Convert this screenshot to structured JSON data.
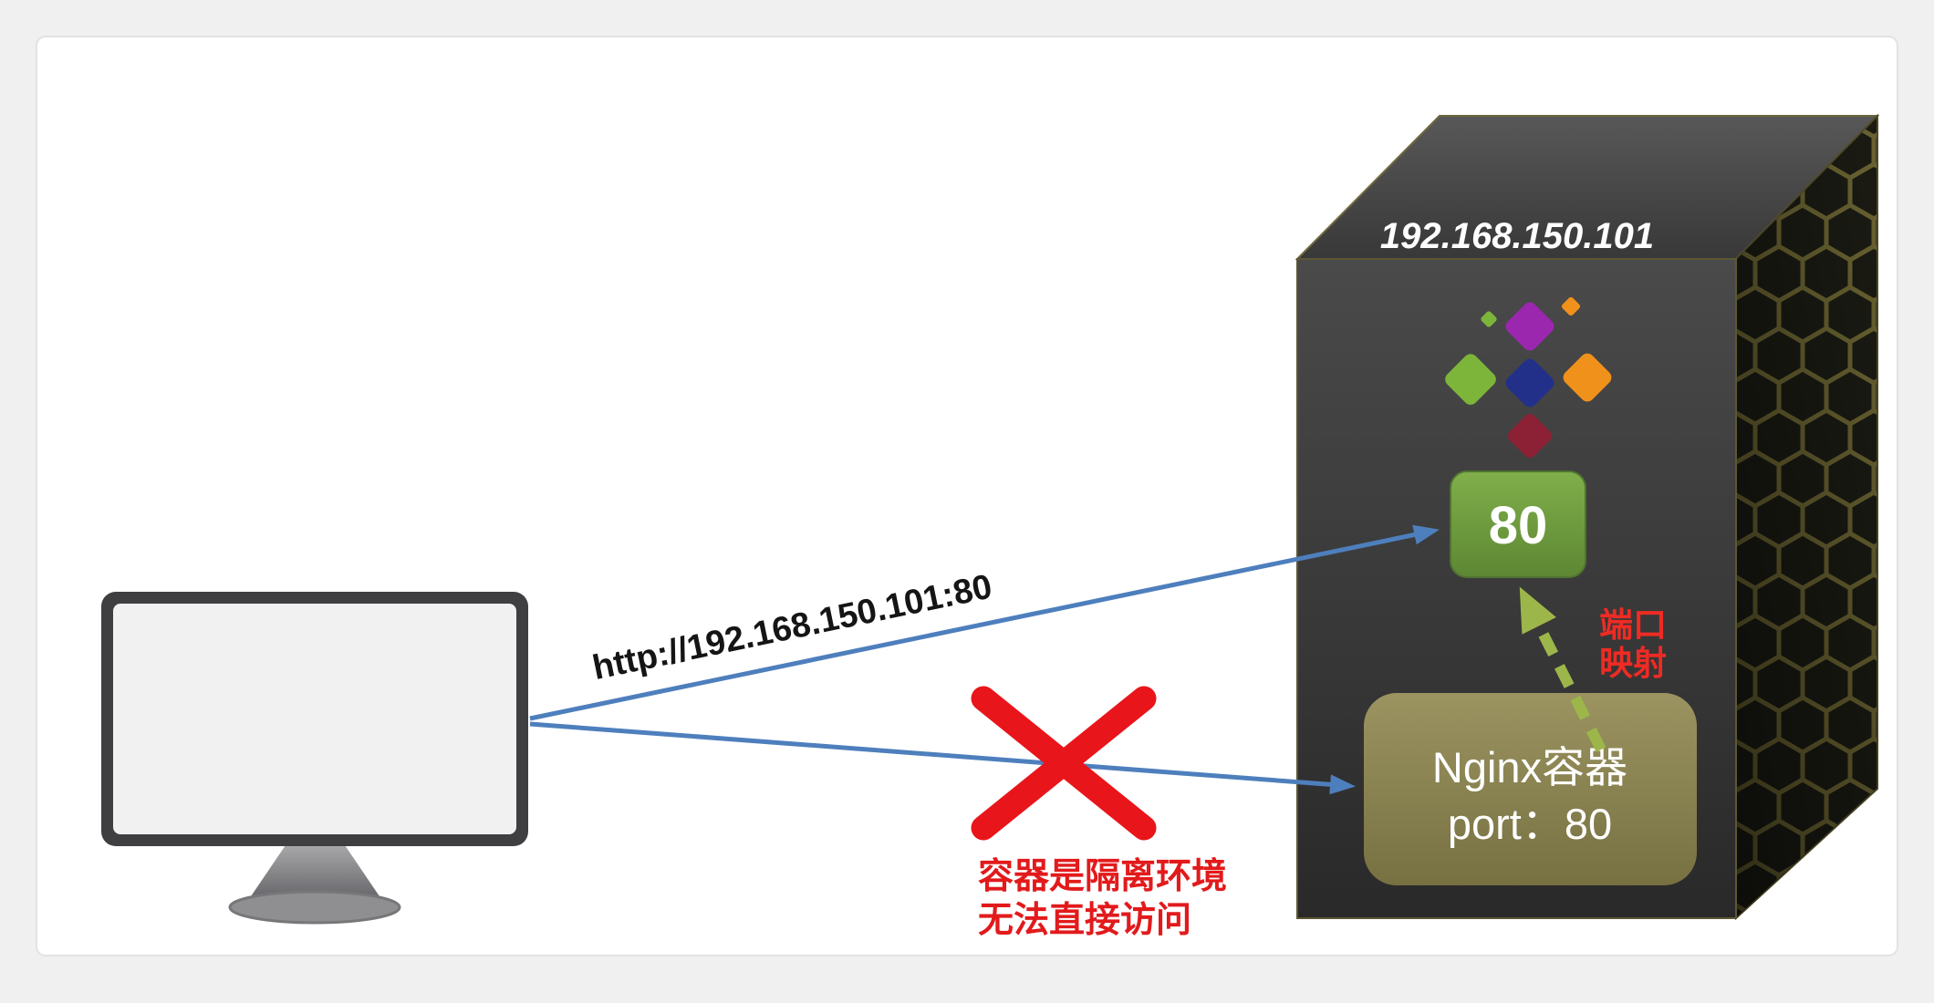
{
  "scene": {
    "host": {
      "ip_label": "192.168.150.101",
      "exposed_port": "80",
      "container_title": "Nginx容器",
      "container_port": "port：80",
      "mapping_label_line1": "端口",
      "mapping_label_line2": "映射"
    },
    "annotations": {
      "request_url": "http://192.168.150.101:80",
      "blocked_line1": "容器是隔离环境",
      "blocked_line2": "无法直接访问"
    },
    "logo": {
      "name": "container-diamond-cluster-logo",
      "colors": [
        "#9b27af",
        "#7cb53a",
        "#22308a",
        "#f0911c",
        "#8c2136"
      ]
    },
    "colors": {
      "request_arrow_blue": "#4e7fbd",
      "mapping_arrow_green": "#9cb64a",
      "port_badge_green": "#6f9c41",
      "container_box_olive": "#8c8550",
      "warning_red": "#e8151a",
      "host_box_dark": "#333333",
      "ip_text_white": "#ffffff"
    }
  }
}
